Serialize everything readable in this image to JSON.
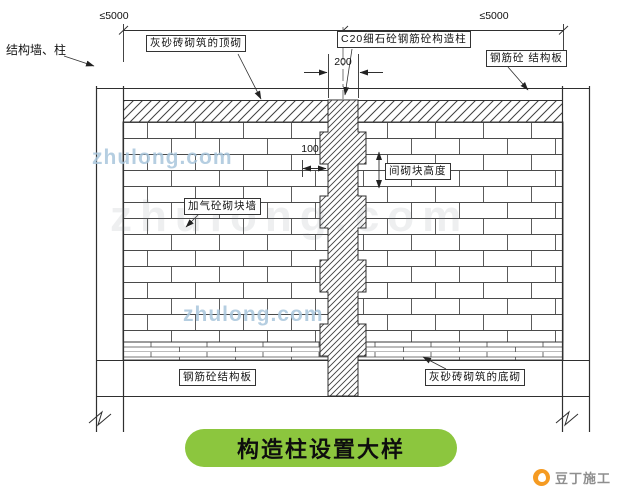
{
  "title": "构造柱设置大样",
  "watermarks": {
    "text": "zhulong.com"
  },
  "brand": {
    "name": "豆丁施工"
  },
  "labels": {
    "structural_wall_column": "结构墙、柱",
    "top_masonry": "灰砂砖砌筑的顶砌",
    "constructional_column": "C20细石砼钢筋砼构造柱",
    "slab_top_right": "钢筋砼 结构板",
    "aerated_block_wall": "加气砼砌块墙",
    "block_height": "间砌块高度",
    "slab_bottom_left": "钢筋砼结构板",
    "bottom_masonry": "灰砂砖砌筑的底砌"
  },
  "dimensions": {
    "span_left": "≤5000",
    "span_right": "≤5000",
    "column_width": "200",
    "tooth_depth": "100"
  },
  "colors": {
    "title_green": "#8CC63E",
    "brand_orange": "#F59B22",
    "watermark_blue": "#A9C6DC"
  }
}
